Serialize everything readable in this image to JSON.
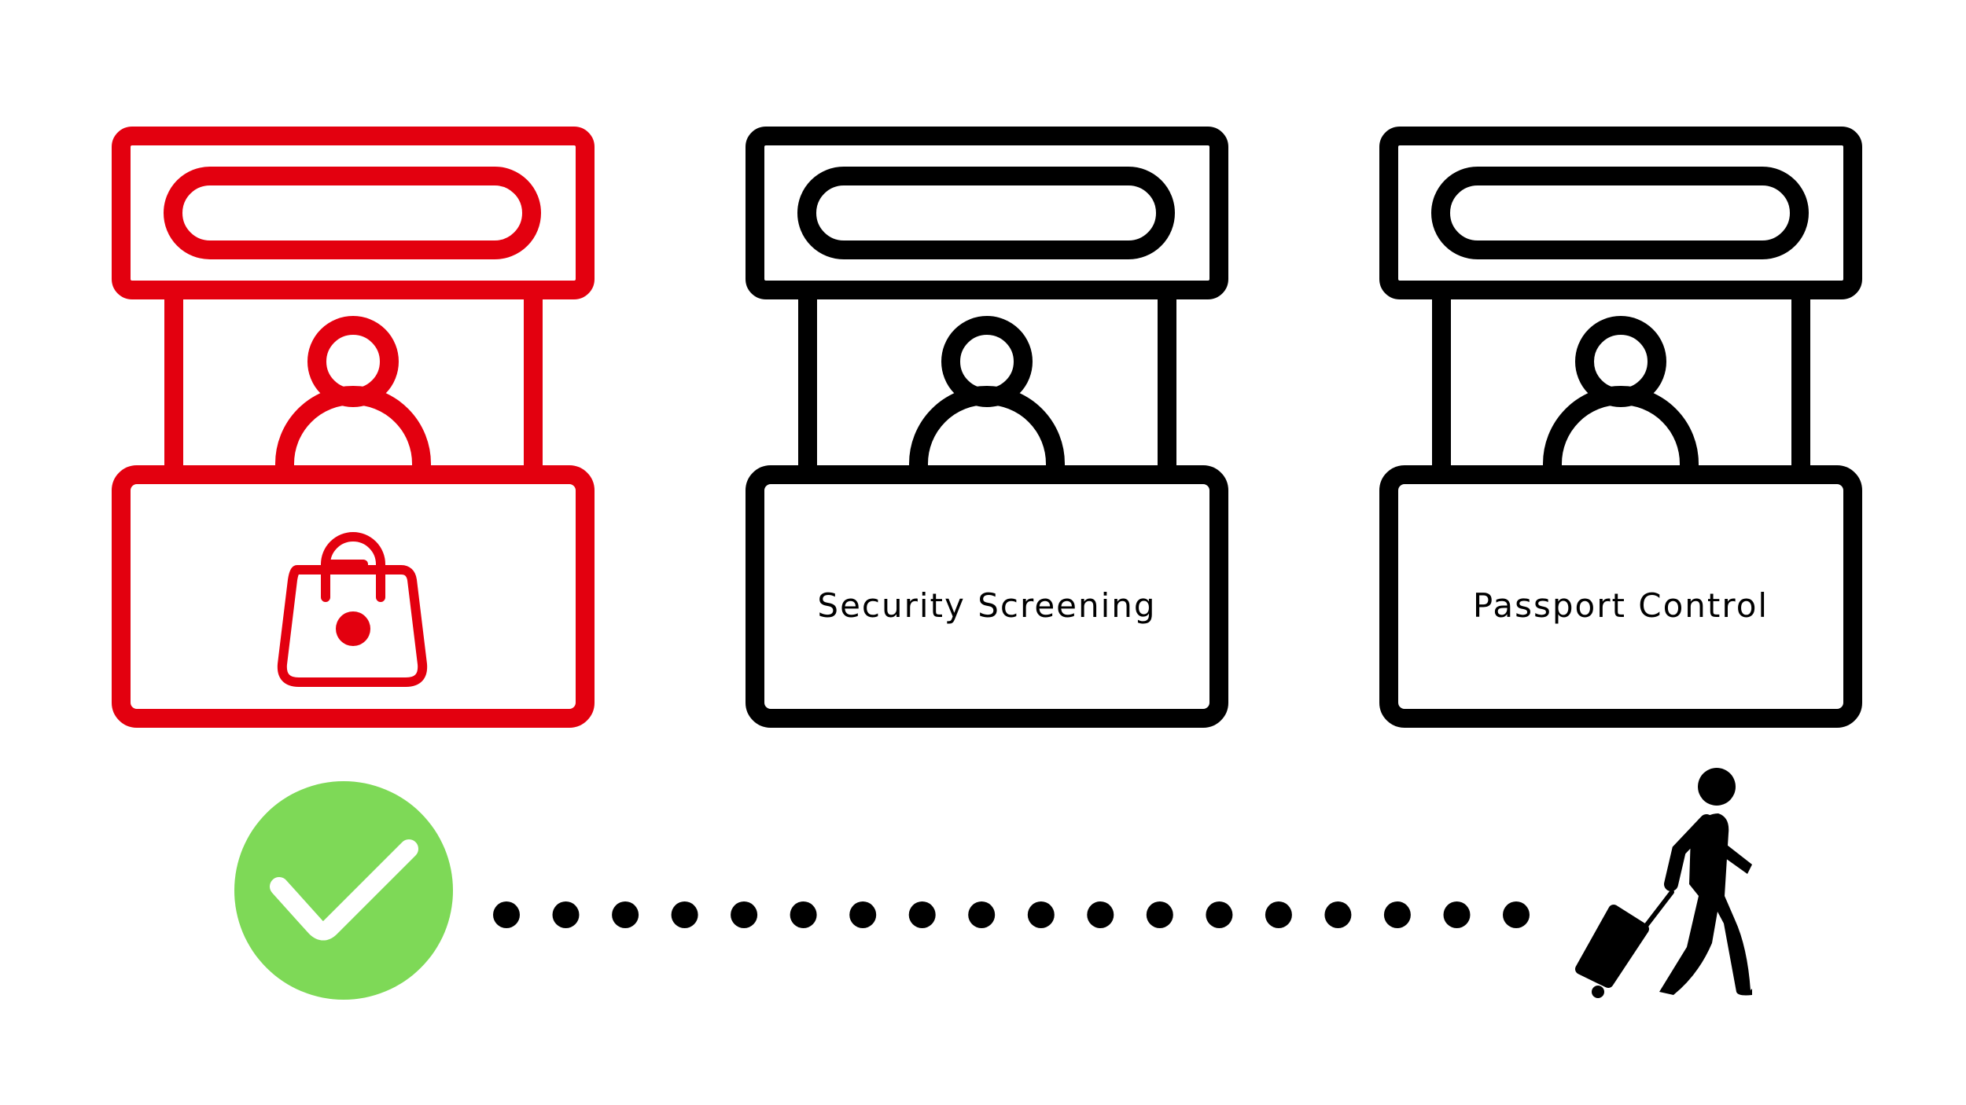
{
  "colors": {
    "highlight": "#e3000f",
    "outline": "#000000",
    "check_circle": "#7ed957",
    "check_mark": "#ffffff",
    "background": "#ffffff"
  },
  "booths": [
    {
      "label": "",
      "icon": "shopping-bag-icon",
      "highlighted": true
    },
    {
      "label": "Security Screening",
      "icon": "",
      "highlighted": false
    },
    {
      "label": "Passport Control",
      "icon": "",
      "highlighted": false
    }
  ],
  "path": {
    "dot_count": 18
  },
  "icons": {
    "start": "checkmark-circle-icon",
    "end": "traveler-with-suitcase-icon",
    "attendant": "person-icon"
  }
}
